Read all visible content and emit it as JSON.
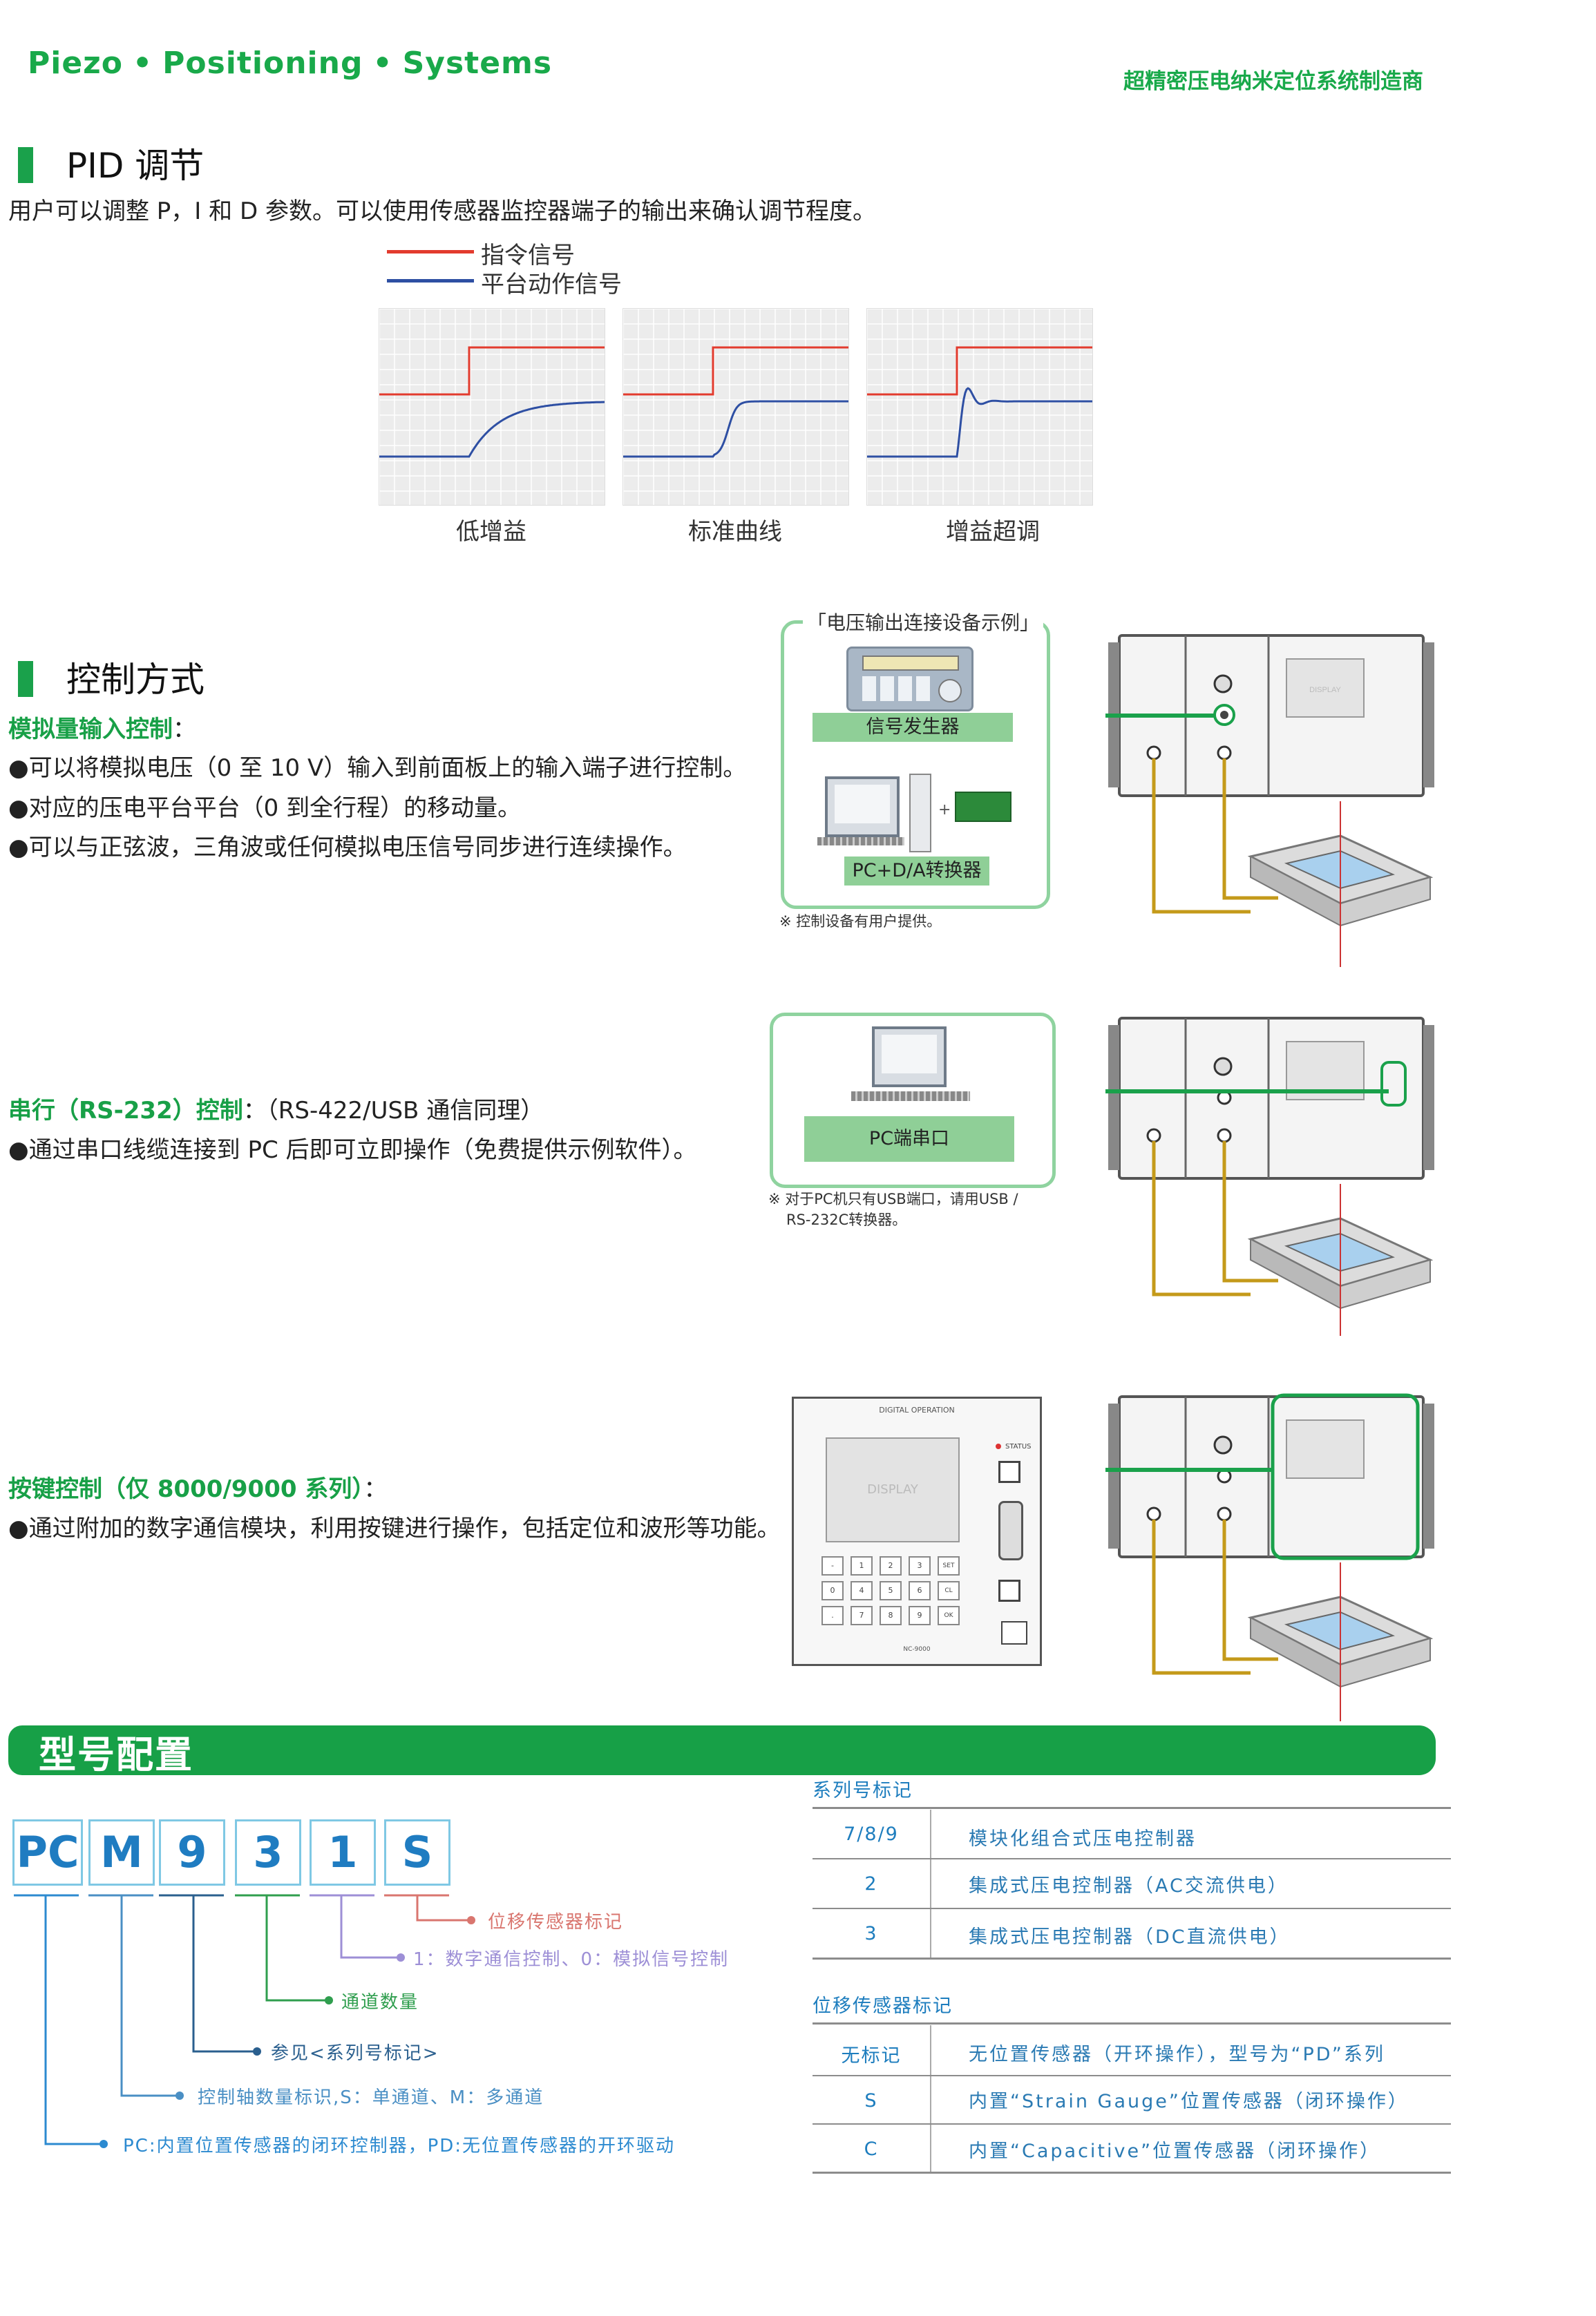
{
  "header": {
    "brand": [
      "Piezo",
      "Positioning",
      "Systems"
    ],
    "brand_dot": "•",
    "tagline": "超精密压电纳米定位系统制造商"
  },
  "pid": {
    "title": "PID 调节",
    "description": "用户可以调整 P，I 和 D 参数。可以使用传感器监控器端子的输出来确认调节程度。",
    "legend": [
      {
        "label": "指令信号",
        "color": "#e23b2e"
      },
      {
        "label": "平台动作信号",
        "color": "#2e4fa3"
      }
    ],
    "plots": [
      {
        "caption": "低增益",
        "response": "slow"
      },
      {
        "caption": "标准曲线",
        "response": "standard"
      },
      {
        "caption": "增益超调",
        "response": "overshoot"
      }
    ]
  },
  "control": {
    "title": "控制方式",
    "analog": {
      "heading": "模拟量输入控制",
      "suffix": "：",
      "bullets": [
        "●可以将模拟电压（0 至 10 V）输入到前面板上的输入端子进行控制。",
        "●对应的压电平台平台（0 到全行程）的移动量。",
        "●可以与正弦波，三角波或任何模拟电压信号同步进行连续操作。"
      ],
      "panel_title": "「电压输出连接设备示例」",
      "device1": "信号发生器",
      "device2": "PC+D/A转换器",
      "note": "※ 控制设备有用户提供。"
    },
    "serial": {
      "heading": "串行（RS-232）控制",
      "suffix": "：（RS-422/USB 通信同理）",
      "bullets": [
        "●通过串口线缆连接到 PC 后即可立即操作（免费提供示例软件）。"
      ],
      "device": "PC端串口",
      "note1": "※ 对于PC机只有USB端口，请用USB /",
      "note2": "RS-232C转换器。"
    },
    "keypad": {
      "heading": "按键控制（仅 8000/9000 系列）",
      "suffix": "：",
      "bullets": [
        "●通过附加的数字通信模块，利用按键进行操作，包括定位和波形等功能。"
      ],
      "panel_header": "DIGITAL OPERATION",
      "display": "DISPLAY",
      "status": "STATUS",
      "model": "NC-9000",
      "keys": [
        "-",
        "1",
        "2",
        "3",
        "SET",
        "0",
        "4",
        "5",
        "6",
        "CL",
        ".",
        "7",
        "8",
        "9",
        "OK"
      ]
    }
  },
  "model_config": {
    "title": "型号配置",
    "code": [
      "PC",
      "M",
      "9",
      "3",
      "1",
      "S"
    ],
    "code_colors": [
      "#1f7cc1",
      "#1f7cc1",
      "#1f7cc1",
      "#1f7cc1",
      "#1f7cc1",
      "#1f7cc1"
    ],
    "callouts": [
      {
        "text": "位移传感器标记",
        "color": "#d9766f"
      },
      {
        "text": "1：数字通信控制、0：模拟信号控制",
        "color": "#9d8fd6"
      },
      {
        "text": "通道数量",
        "color": "#2f9e4e"
      },
      {
        "text": "参见<系列号标记>",
        "color": "#2a5f8e"
      },
      {
        "text": "控制轴数量标识,S：单通道、M：多通道",
        "color": "#4a8fc4"
      },
      {
        "text": "PC:内置位置传感器的闭环控制器，PD:无位置传感器的开环驱动",
        "color": "#2c8ad0"
      }
    ],
    "series_table": {
      "heading": "系列号标记",
      "rows": [
        {
          "code": "7/8/9",
          "desc": "模块化组合式压电控制器"
        },
        {
          "code": "2",
          "desc": "集成式压电控制器（AC交流供电）"
        },
        {
          "code": "3",
          "desc": "集成式压电控制器（DC直流供电）"
        }
      ]
    },
    "sensor_table": {
      "heading": "位移传感器标记",
      "rows": [
        {
          "code": "无标记",
          "desc": "无位置传感器（开环操作），型号为“PD”系列"
        },
        {
          "code": "S",
          "desc": "内置“Strain Gauge”位置传感器（闭环操作）"
        },
        {
          "code": "C",
          "desc": "内置“Capacitive”位置传感器（闭环操作）"
        }
      ]
    }
  }
}
